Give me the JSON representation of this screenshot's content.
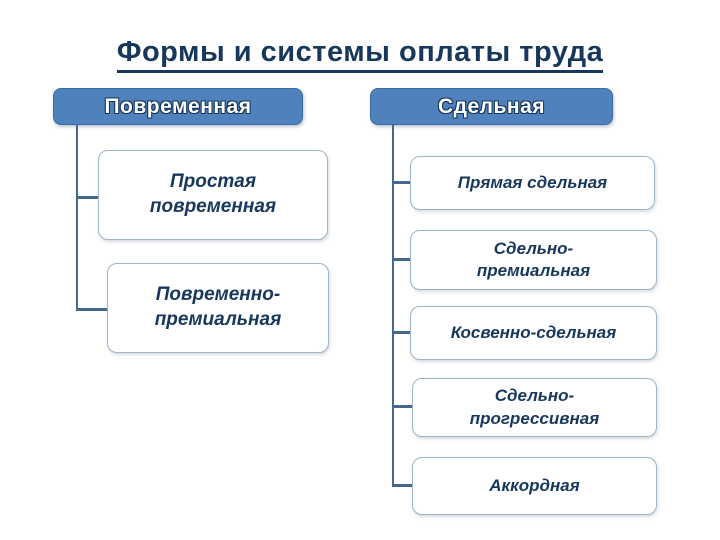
{
  "title": "Формы и системы оплаты труда",
  "branches": [
    {
      "label": "Повременная",
      "children": [
        {
          "label": "Простая\nповременная"
        },
        {
          "label": "Повременно-\nпремиальная"
        }
      ]
    },
    {
      "label": "Сдельная",
      "children": [
        {
          "label": "Прямая сдельная"
        },
        {
          "label": "Сдельно-\nпремиальная"
        },
        {
          "label": "Косвенно-сдельная"
        },
        {
          "label": "Сдельно-\nпрогрессивная"
        },
        {
          "label": "Аккордная"
        }
      ]
    }
  ],
  "colors": {
    "background": "#ffffff",
    "title_text": "#17375d",
    "header_fill": "#4f81bd",
    "header_border": "#3a6ca3",
    "header_text_fill": "#ffffff",
    "header_text_outline": "#17375d",
    "child_text": "#17375d",
    "child_border": "#9fb4c7",
    "connector": "#44678d"
  }
}
